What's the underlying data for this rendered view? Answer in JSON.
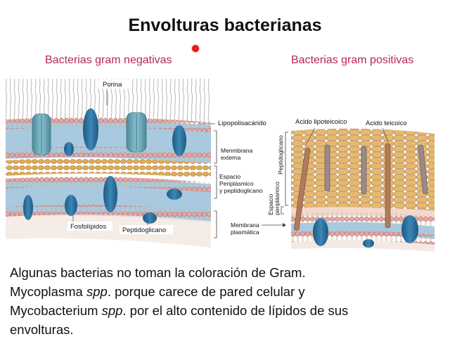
{
  "slide": {
    "title": "Envolturas bacterianas",
    "left_heading": "Bacterias gram negativas",
    "right_heading": "Bacterias gram positivas"
  },
  "gram_negative_labels": {
    "porina": "Porina",
    "lipopolisacarido": "Lipopolisacárido",
    "membrana_externa_1": "Menmbrana",
    "membrana_externa_2": "externa",
    "espacio_1": "Espacio",
    "espacio_2": "Periplásmico",
    "espacio_3": "y peptidoglicano",
    "membrana_plasmatica_1": "Membrana",
    "membrana_plasmatica_2": "plasmática",
    "fosfolipidos": "Fosfolípidos",
    "peptidoglicano": "Peptidoglicano"
  },
  "gram_positive_labels": {
    "acido_lipoteicoico": "Acido lipoteicoico",
    "acido_teicoico": "Acido teicoico",
    "peptidoglicano_vertical": "Peptidoglicano",
    "espacio_periplasmico_1": "Espacio",
    "espacio_periplasmico_2": "periplásmico"
  },
  "caption": {
    "line1": "Algunas bacterias no toman la coloración de Gram.",
    "line2_a": "Mycoplasma ",
    "line2_em": "spp",
    "line2_b": ". porque carece de pared celular y",
    "line3_a": "Mycobacterium ",
    "line3_em": "spp",
    "line3_b": ". por el alto contenido de lípidos de sus",
    "line4": "envolturas."
  },
  "colors": {
    "heading": "#b5285a",
    "protein_blue": "#2b6e9a",
    "porin_teal": "#5f9eae",
    "lipid_head": "#e6a7a3",
    "peptidoglycan": "#d9a14b",
    "membrane_core": "#a9c9de"
  }
}
